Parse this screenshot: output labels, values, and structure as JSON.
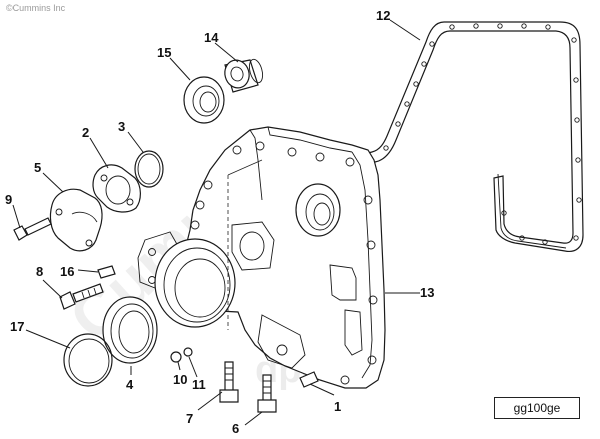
{
  "copyright": "©Cummins Inc",
  "watermark_brand": "Cummins",
  "watermark_site": "dpc.kz",
  "figure_code": "gg100ge",
  "callouts": {
    "c1": "1",
    "c2": "2",
    "c3": "3",
    "c4": "4",
    "c5": "5",
    "c6": "6",
    "c7": "7",
    "c8": "8",
    "c9": "9",
    "c10": "10",
    "c11": "11",
    "c12": "12",
    "c13": "13",
    "c14": "14",
    "c15": "15",
    "c16": "16",
    "c17": "17"
  }
}
